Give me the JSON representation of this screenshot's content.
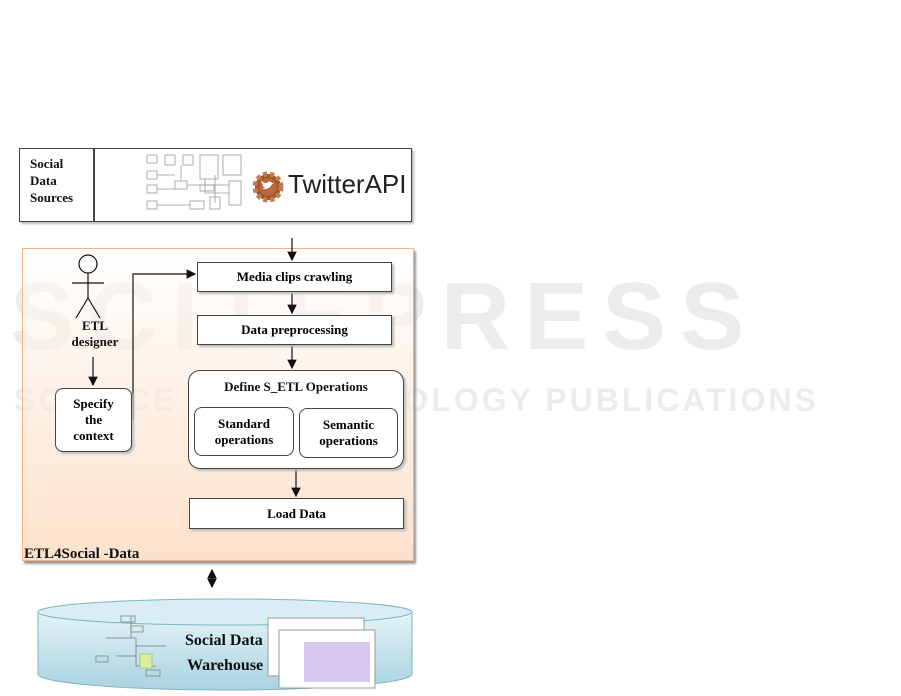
{
  "sources": {
    "label": "Social Data Sources",
    "api_label": "TwitterAPI"
  },
  "panel": {
    "label": "ETL4Social -Data"
  },
  "actor": {
    "label": "ETL designer"
  },
  "specify": {
    "label": "Specify the context"
  },
  "steps": {
    "crawl": "Media clips crawling",
    "preprocess": "Data preprocessing",
    "define": "Define S_ETL Operations",
    "standard": "Standard operations",
    "semantic": "Semantic operations",
    "load": "Load Data"
  },
  "warehouse": {
    "label1": "Social Data",
    "label2": "Warehouse"
  },
  "watermark": {
    "title": "SCITEPRESS",
    "subtitle": "SCIENCE AND TECHNOLOGY PUBLICATIONS"
  },
  "colors": {
    "panel_border": "#f4b183",
    "panel_fill": "#fbd5b5",
    "cylinder": "#bfe0ea",
    "twitter_logo": "#a0532a"
  }
}
